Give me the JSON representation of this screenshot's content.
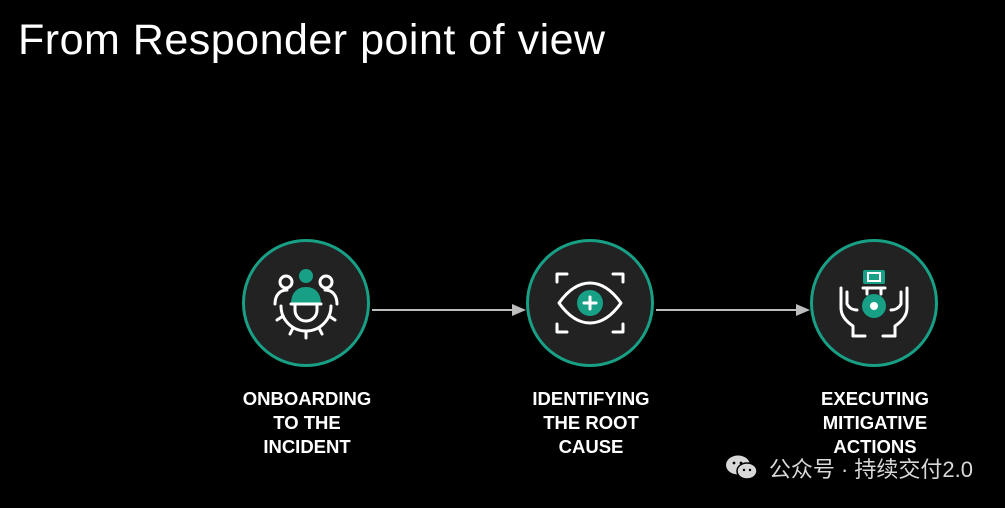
{
  "title": "From Responder point of view",
  "colors": {
    "background": "#000000",
    "accent": "#17a085",
    "circle_fill": "#222222",
    "arrow": "#bdbdbd"
  },
  "steps": [
    {
      "label": "ONBOARDING\nTO THE\nINCIDENT",
      "icon": "team-gear-icon"
    },
    {
      "label": "IDENTIFYING\nTHE ROOT\nCAUSE",
      "icon": "eye-focus-icon"
    },
    {
      "label": "EXECUTING\nMITIGATIVE\nACTIONS",
      "icon": "hands-controller-icon"
    }
  ],
  "watermark": {
    "text": "公众号 · 持续交付2.0",
    "icon": "wechat-icon"
  }
}
